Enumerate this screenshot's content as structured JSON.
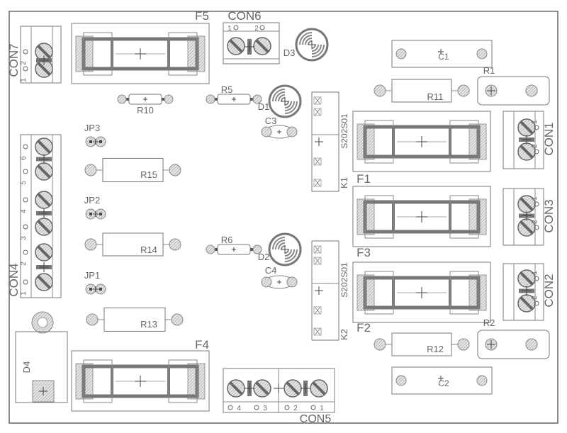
{
  "colors": {
    "outline": "#777777",
    "body": "#888888",
    "pad": "#bbbbbb",
    "text": "#666666"
  },
  "components": {
    "CON7": {
      "label": "CON7",
      "pins": [
        "2",
        "1"
      ]
    },
    "F5": {
      "label": "F5"
    },
    "CON6": {
      "label": "CON6",
      "pins": [
        "1",
        "2"
      ]
    },
    "D3": {
      "label": "D3"
    },
    "R10": {
      "label": "R10"
    },
    "R5": {
      "label": "R5"
    },
    "D1": {
      "label": "D1"
    },
    "C3": {
      "label": "C3"
    },
    "K1": {
      "label": "K1",
      "part": "S202S01"
    },
    "C1": {
      "label": "C1"
    },
    "R1": {
      "label": "R1"
    },
    "R11": {
      "label": "R11"
    },
    "F1": {
      "label": "F1"
    },
    "CON1": {
      "label": "CON1",
      "pins": [
        "1",
        "2"
      ]
    },
    "F3": {
      "label": "F3"
    },
    "CON3": {
      "label": "CON3",
      "pins": [
        "1",
        "2"
      ]
    },
    "CON2": {
      "label": "CON2",
      "pins": [
        "1",
        "2"
      ]
    },
    "F2": {
      "label": "F2"
    },
    "K2": {
      "label": "K2",
      "part": "S202S01"
    },
    "D2": {
      "label": "D2"
    },
    "R6": {
      "label": "R6"
    },
    "C4": {
      "label": "C4"
    },
    "R12": {
      "label": "R12"
    },
    "R2": {
      "label": "R2"
    },
    "C2": {
      "label": "C2"
    },
    "CON4": {
      "label": "CON4",
      "pins": [
        "6",
        "5",
        "4",
        "3",
        "2",
        "1"
      ]
    },
    "JP3": {
      "label": "JP3"
    },
    "JP2": {
      "label": "JP2"
    },
    "JP1": {
      "label": "JP1"
    },
    "R15": {
      "label": "R15"
    },
    "R14": {
      "label": "R14"
    },
    "R13": {
      "label": "R13"
    },
    "D4": {
      "label": "D4"
    },
    "F4": {
      "label": "F4"
    },
    "CON5": {
      "label": "CON5",
      "pins": [
        "4",
        "3",
        "2",
        "1"
      ]
    }
  }
}
